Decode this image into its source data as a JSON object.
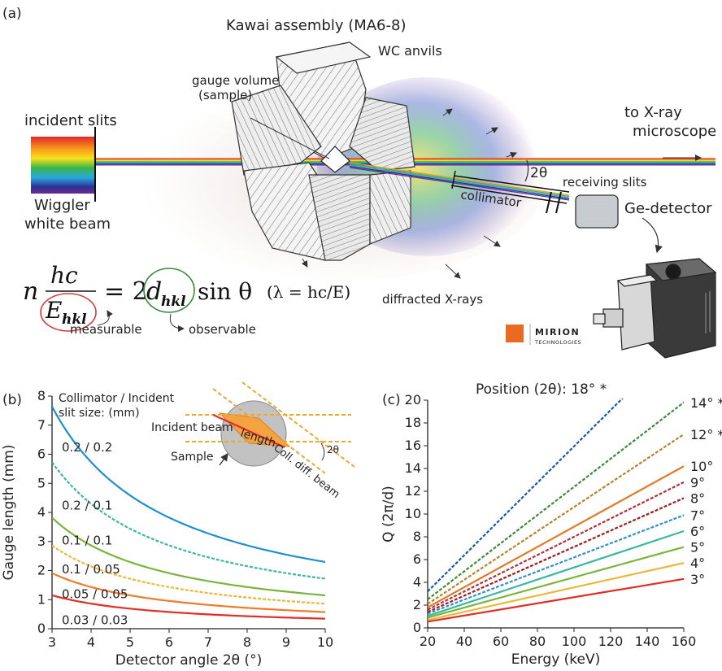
{
  "panel_a": {
    "panel_label": "(a)",
    "assembly_title": "Kawai assembly (MA6-8)",
    "wc_anvils": "WC anvils",
    "gauge_volume_line1": "gauge volume",
    "gauge_volume_line2": "(sample)",
    "incident_slits": "incident slits",
    "to_microscope_line1": "to X-ray",
    "to_microscope_line2": "microscope",
    "two_theta": "2θ",
    "receiving_slits": "receiving slits",
    "collimator": "collimator",
    "ge_detector": "Ge-detector",
    "wiggler_line1": "Wiggler",
    "wiggler_line2": "white beam",
    "diffracted_xrays": "diffracted X-rays",
    "equation": {
      "n": "n",
      "numerator": "hc",
      "denominator_main": "E",
      "denominator_sub": "hkl",
      "equals_part": "= 2",
      "d_main": "d",
      "d_sub": "hkl",
      "sin_theta": "sin θ",
      "lambda_relation": "(λ = hc/E)"
    },
    "measurable": "measurable",
    "observable": "observable",
    "logo_line1": "MIRION",
    "logo_line2": "TECHNOLOGIES"
  },
  "panel_b": {
    "panel_label": "(b)",
    "legend_title_line1": "Collimator / Incident",
    "legend_title_line2": "slit size: (mm)",
    "inset": {
      "incident_beam": "Incident beam",
      "length": "length",
      "sample": "Sample",
      "two_theta": "2θ",
      "coll_diff_beam": "Coll. diff. beam"
    }
  },
  "panel_c": {
    "panel_label": "(c)",
    "position_title": "Position (2θ): 18° *"
  },
  "chart_data": [
    {
      "type": "line",
      "xlabel": "Detector angle 2θ (°)",
      "ylabel": "Gauge length (mm)",
      "xlim": [
        3,
        10
      ],
      "ylim": [
        0,
        8
      ],
      "xticks": [
        3,
        4,
        5,
        6,
        7,
        8,
        9,
        10
      ],
      "yticks": [
        0,
        1,
        2,
        3,
        4,
        5,
        6,
        7,
        8
      ],
      "grid": false,
      "series": [
        {
          "name": "0.2 / 0.2",
          "color": "#1f8fcf",
          "dashed": false,
          "x": [
            3,
            4,
            5,
            6,
            7,
            8,
            9,
            10
          ],
          "y": [
            7.64,
            5.73,
            4.59,
            3.82,
            3.28,
            2.87,
            2.56,
            2.3
          ]
        },
        {
          "name": "0.2 / 0.1",
          "color": "#3cb7a0",
          "dashed": true,
          "x": [
            3,
            4,
            5,
            6,
            7,
            8,
            9,
            10
          ],
          "y": [
            5.73,
            4.3,
            3.44,
            2.87,
            2.46,
            2.15,
            1.91,
            1.72
          ]
        },
        {
          "name": "0.1 / 0.1",
          "color": "#7ab43c",
          "dashed": false,
          "x": [
            3,
            4,
            5,
            6,
            7,
            8,
            9,
            10
          ],
          "y": [
            3.82,
            2.87,
            2.29,
            1.91,
            1.64,
            1.43,
            1.27,
            1.15
          ]
        },
        {
          "name": "0.1 / 0.05",
          "color": "#e8b93a",
          "dashed": true,
          "x": [
            3,
            4,
            5,
            6,
            7,
            8,
            9,
            10
          ],
          "y": [
            2.86,
            2.15,
            1.72,
            1.43,
            1.23,
            1.07,
            0.96,
            0.86
          ]
        },
        {
          "name": "0.05 / 0.05",
          "color": "#f07a2a",
          "dashed": false,
          "x": [
            3,
            4,
            5,
            6,
            7,
            8,
            9,
            10
          ],
          "y": [
            1.91,
            1.43,
            1.15,
            0.96,
            0.82,
            0.72,
            0.64,
            0.57
          ]
        },
        {
          "name": "0.03 / 0.03",
          "color": "#e02d26",
          "dashed": false,
          "x": [
            3,
            4,
            5,
            6,
            7,
            8,
            9,
            10
          ],
          "y": [
            1.15,
            0.86,
            0.69,
            0.57,
            0.49,
            0.43,
            0.38,
            0.34
          ]
        }
      ]
    },
    {
      "type": "line",
      "xlabel": "Energy (keV)",
      "ylabel": "Q (2π/d)",
      "xlim": [
        20,
        160
      ],
      "ylim": [
        0,
        20
      ],
      "xticks": [
        20,
        40,
        60,
        80,
        100,
        120,
        140,
        160
      ],
      "yticks": [
        0,
        2,
        4,
        6,
        8,
        10,
        12,
        14,
        16,
        18,
        20
      ],
      "grid": false,
      "series": [
        {
          "name": "18° *",
          "color": "#1a5aa0",
          "dashed": true,
          "x": [
            20,
            160
          ],
          "y": [
            3.2,
            25.5
          ]
        },
        {
          "name": "14° *",
          "color": "#3f8a3a",
          "dashed": true,
          "x": [
            20,
            160
          ],
          "y": [
            2.5,
            19.8
          ]
        },
        {
          "name": "12° *",
          "color": "#b5832a",
          "dashed": true,
          "x": [
            20,
            160
          ],
          "y": [
            2.1,
            17.0
          ]
        },
        {
          "name": "10°",
          "color": "#e07a2a",
          "dashed": false,
          "x": [
            20,
            160
          ],
          "y": [
            1.8,
            14.2
          ]
        },
        {
          "name": "9°",
          "color": "#b0303a",
          "dashed": true,
          "x": [
            20,
            160
          ],
          "y": [
            1.6,
            12.8
          ]
        },
        {
          "name": "8°",
          "color": "#9a2020",
          "dashed": true,
          "x": [
            20,
            160
          ],
          "y": [
            1.4,
            11.4
          ]
        },
        {
          "name": "7°",
          "color": "#2f8fd0",
          "dashed": true,
          "x": [
            20,
            160
          ],
          "y": [
            1.25,
            9.9
          ]
        },
        {
          "name": "6°",
          "color": "#3cb7a0",
          "dashed": false,
          "x": [
            20,
            160
          ],
          "y": [
            1.05,
            8.5
          ]
        },
        {
          "name": "5°",
          "color": "#7ab43c",
          "dashed": false,
          "x": [
            20,
            160
          ],
          "y": [
            0.9,
            7.1
          ]
        },
        {
          "name": "4°",
          "color": "#e8b93a",
          "dashed": false,
          "x": [
            20,
            160
          ],
          "y": [
            0.7,
            5.7
          ]
        },
        {
          "name": "3°",
          "color": "#e02d26",
          "dashed": false,
          "x": [
            20,
            160
          ],
          "y": [
            0.55,
            4.3
          ]
        }
      ]
    }
  ]
}
